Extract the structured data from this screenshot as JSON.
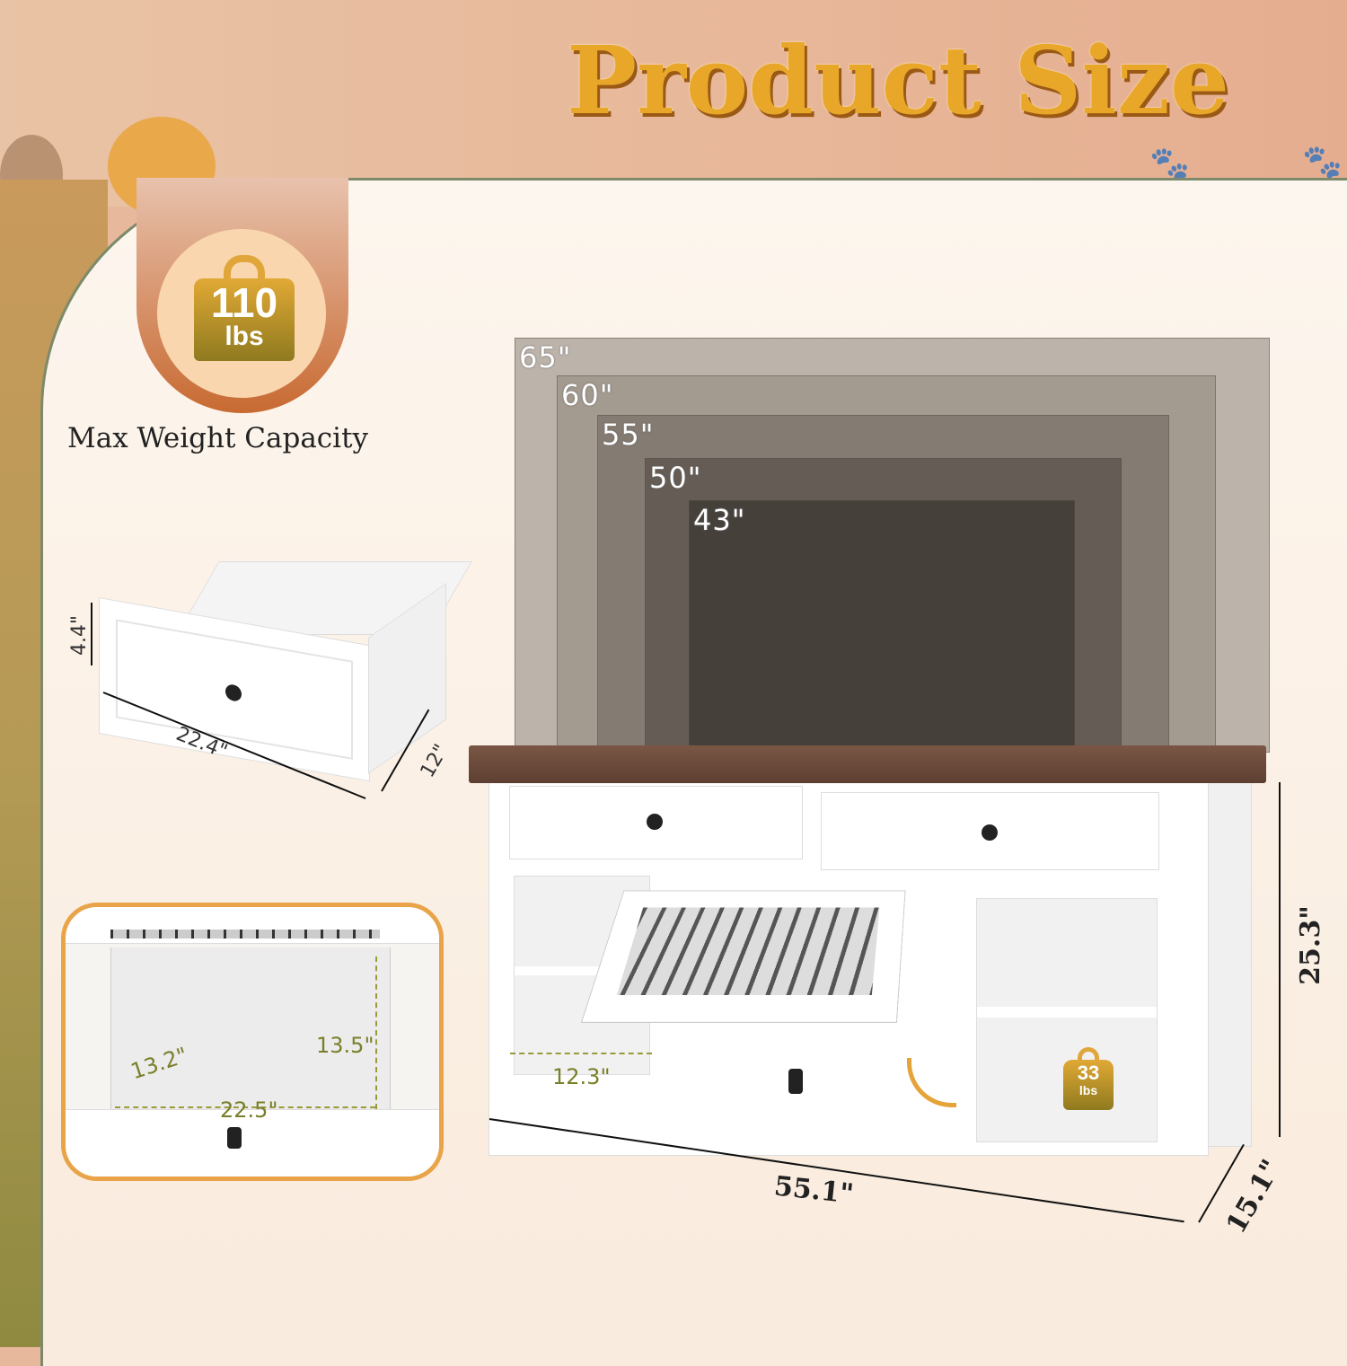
{
  "title": "Product Size",
  "weight_badge": {
    "value": "110",
    "unit": "lbs",
    "label": "Max Weight Capacity"
  },
  "drawer": {
    "height": "4.4\"",
    "width": "22.4\"",
    "depth": "12\""
  },
  "tv_sizes": [
    "65\"",
    "60\"",
    "55\"",
    "50\"",
    "43\""
  ],
  "cabinet": {
    "width": "55.1\"",
    "height": "25.3\"",
    "depth": "15.1\"",
    "shelf_depth": "12.3\""
  },
  "shelf_badge": {
    "value": "33",
    "unit": "lbs"
  },
  "inset": {
    "depth": "13.2\"",
    "height": "13.5\"",
    "width": "22.5\""
  },
  "colors": {
    "accent_gold": "#e9a72a",
    "badge_orange": "#c86a32",
    "top_brown": "#6b4a3a",
    "inset_border": "#e9a44a"
  }
}
